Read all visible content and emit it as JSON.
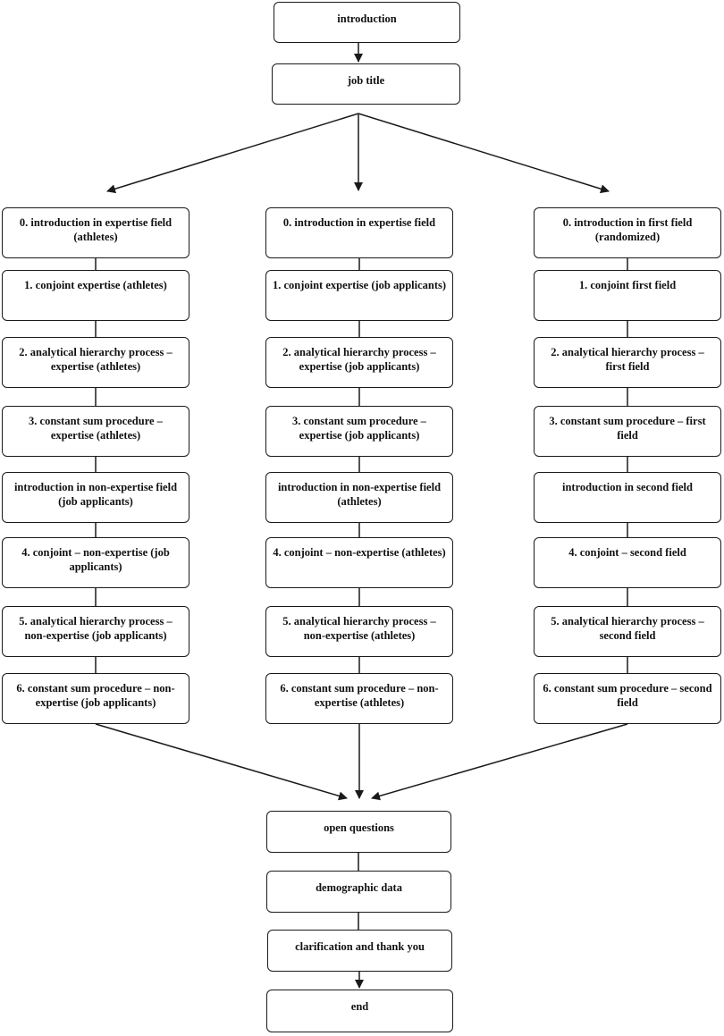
{
  "top": {
    "introduction": "introduction",
    "job_title": "job title"
  },
  "columns": [
    {
      "steps": [
        "0. introduction in expertise field (athletes)",
        "1. conjoint expertise (athletes)",
        "2. analytical hierarchy process – expertise (athletes)",
        "3. constant sum procedure – expertise (athletes)",
        "introduction in non-expertise field (job applicants)",
        "4. conjoint – non-expertise (job applicants)",
        "5. analytical hierarchy process – non-expertise (job applicants)",
        "6. constant sum procedure – non- expertise (job applicants)"
      ]
    },
    {
      "steps": [
        "0. introduction in expertise field",
        "1. conjoint expertise (job applicants)",
        "2. analytical hierarchy process – expertise (job applicants)",
        "3. constant sum procedure – expertise (job applicants)",
        "introduction in non-expertise field (athletes)",
        "4. conjoint – non-expertise (athletes)",
        "5. analytical hierarchy process – non-expertise (athletes)",
        "6. constant sum procedure – non- expertise (athletes)"
      ]
    },
    {
      "steps": [
        "0. introduction in first field (randomized)",
        "1. conjoint first field",
        "2. analytical hierarchy process – first field",
        "3. constant sum procedure – first field",
        "introduction in second field",
        "4. conjoint – second field",
        "5. analytical hierarchy process – second field",
        "6. constant sum procedure – second field"
      ]
    }
  ],
  "bottom": {
    "open_questions": "open questions",
    "demographic_data": "demographic data",
    "clarification": "clarification and thank you",
    "end": "end"
  },
  "colors": {
    "stroke": "#1a1a1a",
    "text": "#111111",
    "background": "#ffffff"
  }
}
